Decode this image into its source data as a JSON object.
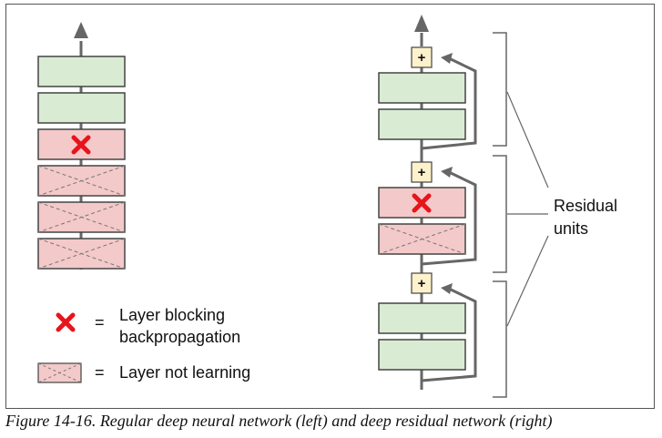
{
  "diagram": {
    "plus_symbol": "+",
    "blocking_mark": "✖",
    "residual_label_line1": "Residual",
    "residual_label_line2": "units",
    "legend": {
      "blocking_equals": "=",
      "blocking_line1": "Layer blocking",
      "blocking_line2": "backpropagation",
      "not_learning_equals": "=",
      "not_learning_text": "Layer not learning"
    }
  },
  "caption": "Figure 14-16. Regular deep neural network (left) and deep residual network (right)",
  "colors": {
    "green_fill": "#d9ecd3",
    "pink_fill": "#f3c9c9",
    "plus_fill": "#fdf2cc",
    "stroke": "#444444",
    "arrow": "#666666",
    "red_x": "#e8141b"
  }
}
